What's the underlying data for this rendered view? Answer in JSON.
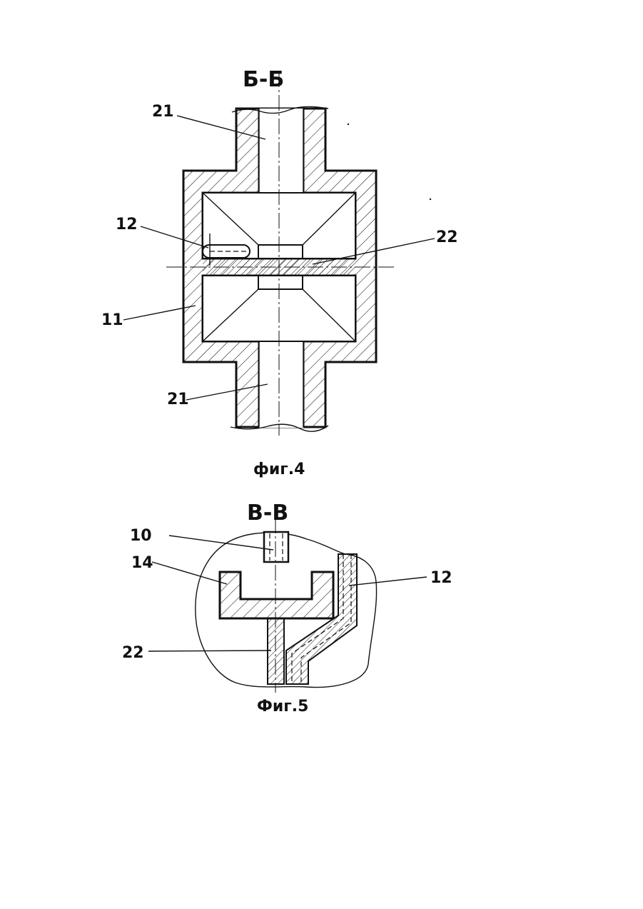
{
  "fig4": {
    "section_title": "Б-Б",
    "caption": "фиг.4",
    "labels": {
      "top_pipe": "21",
      "channel": "12",
      "plate": "22",
      "housing": "11",
      "bottom_pipe": "21"
    }
  },
  "fig5": {
    "section_title": "В-В",
    "caption": "Фиг.5",
    "labels": {
      "rod": "10",
      "bracket": "14",
      "channel": "12",
      "plate": "22"
    }
  }
}
